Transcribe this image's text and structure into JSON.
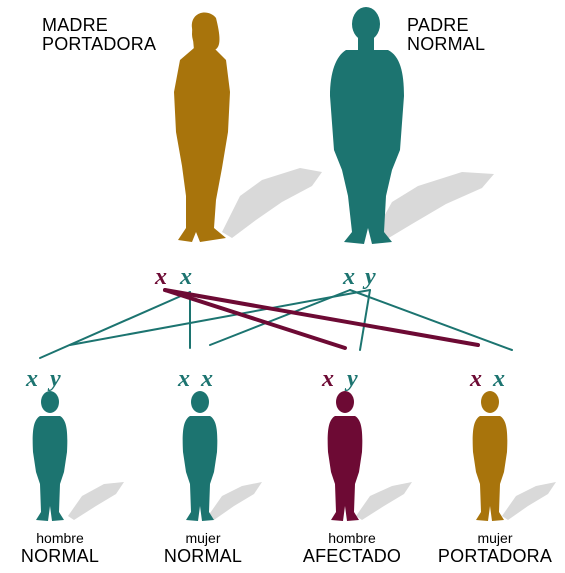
{
  "colors": {
    "mother": "#a8740c",
    "father": "#1c7470",
    "affected": "#6d0a34",
    "shadow": "#d9d9d9",
    "x_normal": "#1c7470",
    "x_affected": "#6d0a34"
  },
  "parents": {
    "mother": {
      "line1": "MADRE",
      "line2": "PORTADORA",
      "chromosomes": [
        "x",
        "x"
      ]
    },
    "father": {
      "line1": "PADRE",
      "line2": "NORMAL",
      "chromosomes": [
        "x",
        "y"
      ]
    }
  },
  "children": [
    {
      "chromosomes": [
        "x",
        "y"
      ],
      "sex": "hombre",
      "status": "NORMAL"
    },
    {
      "chromosomes": [
        "x",
        "x"
      ],
      "sex": "mujer",
      "status": "NORMAL"
    },
    {
      "chromosomes": [
        "x",
        "y"
      ],
      "sex": "hombre",
      "status": "AFECTADO"
    },
    {
      "chromosomes": [
        "x",
        "x"
      ],
      "sex": "mujer",
      "status": "PORTADORA"
    }
  ]
}
